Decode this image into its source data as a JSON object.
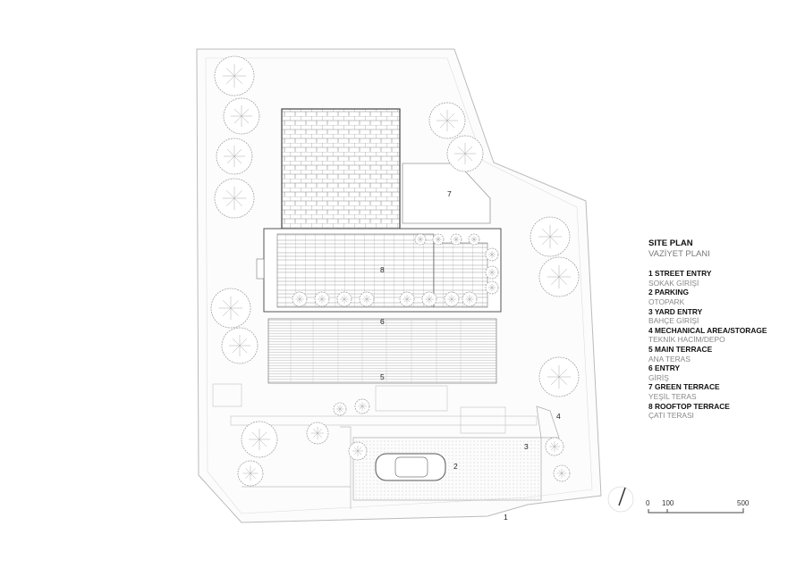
{
  "legend": {
    "title": "SITE PLAN",
    "subtitle": "VAZİYET PLANI",
    "items": [
      {
        "en": "1 STREET ENTRY",
        "tr": "SOKAK GİRİŞİ"
      },
      {
        "en": "2 PARKING",
        "tr": "OTOPARK"
      },
      {
        "en": "3 YARD ENTRY",
        "tr": "BAHÇE GİRİŞİ"
      },
      {
        "en": "4 MECHANICAL AREA/STORAGE",
        "tr": "TEKNİK HACİM/DEPO"
      },
      {
        "en": "5 MAIN TERRACE",
        "tr": "ANA TERAS"
      },
      {
        "en": "6 ENTRY",
        "tr": "GİRİŞ"
      },
      {
        "en": "7 GREEN TERRACE",
        "tr": "YEŞİL TERAS"
      },
      {
        "en": "8 ROOFTOP TERRACE",
        "tr": "ÇATI TERASI"
      }
    ]
  },
  "plan_labels": {
    "l1": "1",
    "l2": "2",
    "l3": "3",
    "l4": "4",
    "l5": "5",
    "l6": "6",
    "l7": "7",
    "l8": "8"
  },
  "scale": {
    "t0": "0",
    "t1": "100",
    "t2": "500"
  },
  "north_icon": "north-arrow-icon"
}
